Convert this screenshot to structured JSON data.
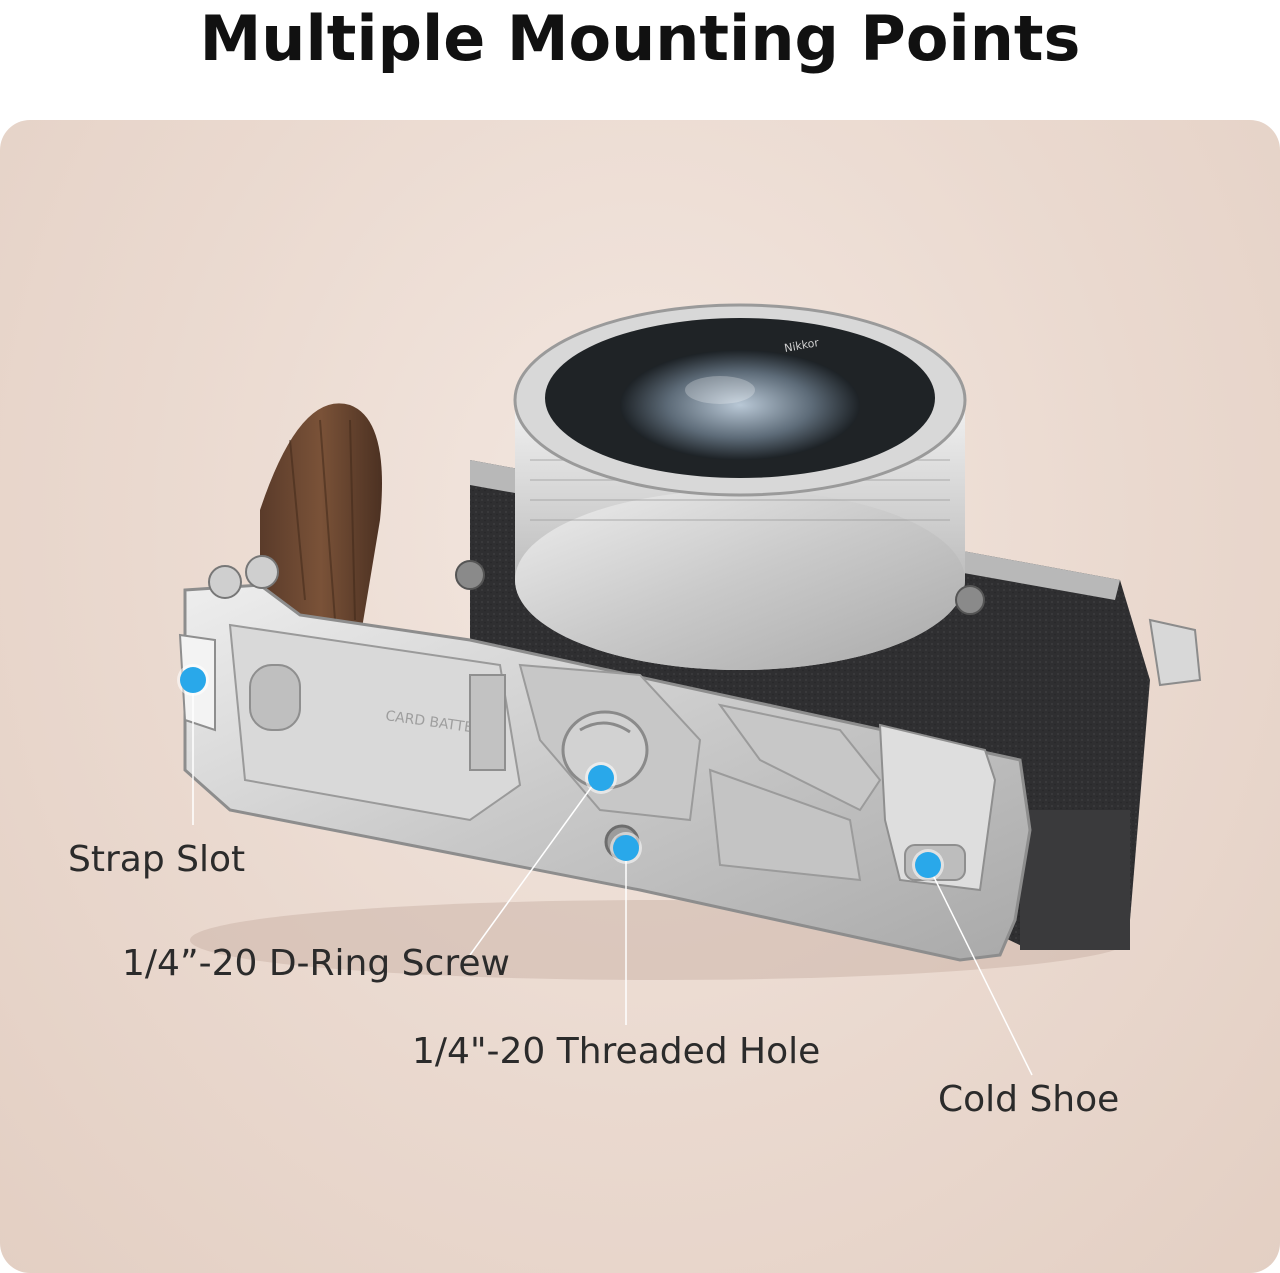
{
  "title": "Multiple Mounting Points",
  "colors": {
    "panel_background": "#ead9cf",
    "marker": "#29a8ea",
    "title_text": "#111111",
    "label_text": "#2b2b2b"
  },
  "callouts": [
    {
      "id": "strap-slot",
      "label": "Strap Slot"
    },
    {
      "id": "d-ring-screw",
      "label": "1/4”-20 D-Ring Screw"
    },
    {
      "id": "threaded-hole",
      "label": "1/4\"-20 Threaded Hole"
    },
    {
      "id": "cold-shoe",
      "label": "Cold Shoe"
    }
  ],
  "product_markings": {
    "lens_brand": "Nikkor",
    "compartment": "CARD BATTERY"
  }
}
